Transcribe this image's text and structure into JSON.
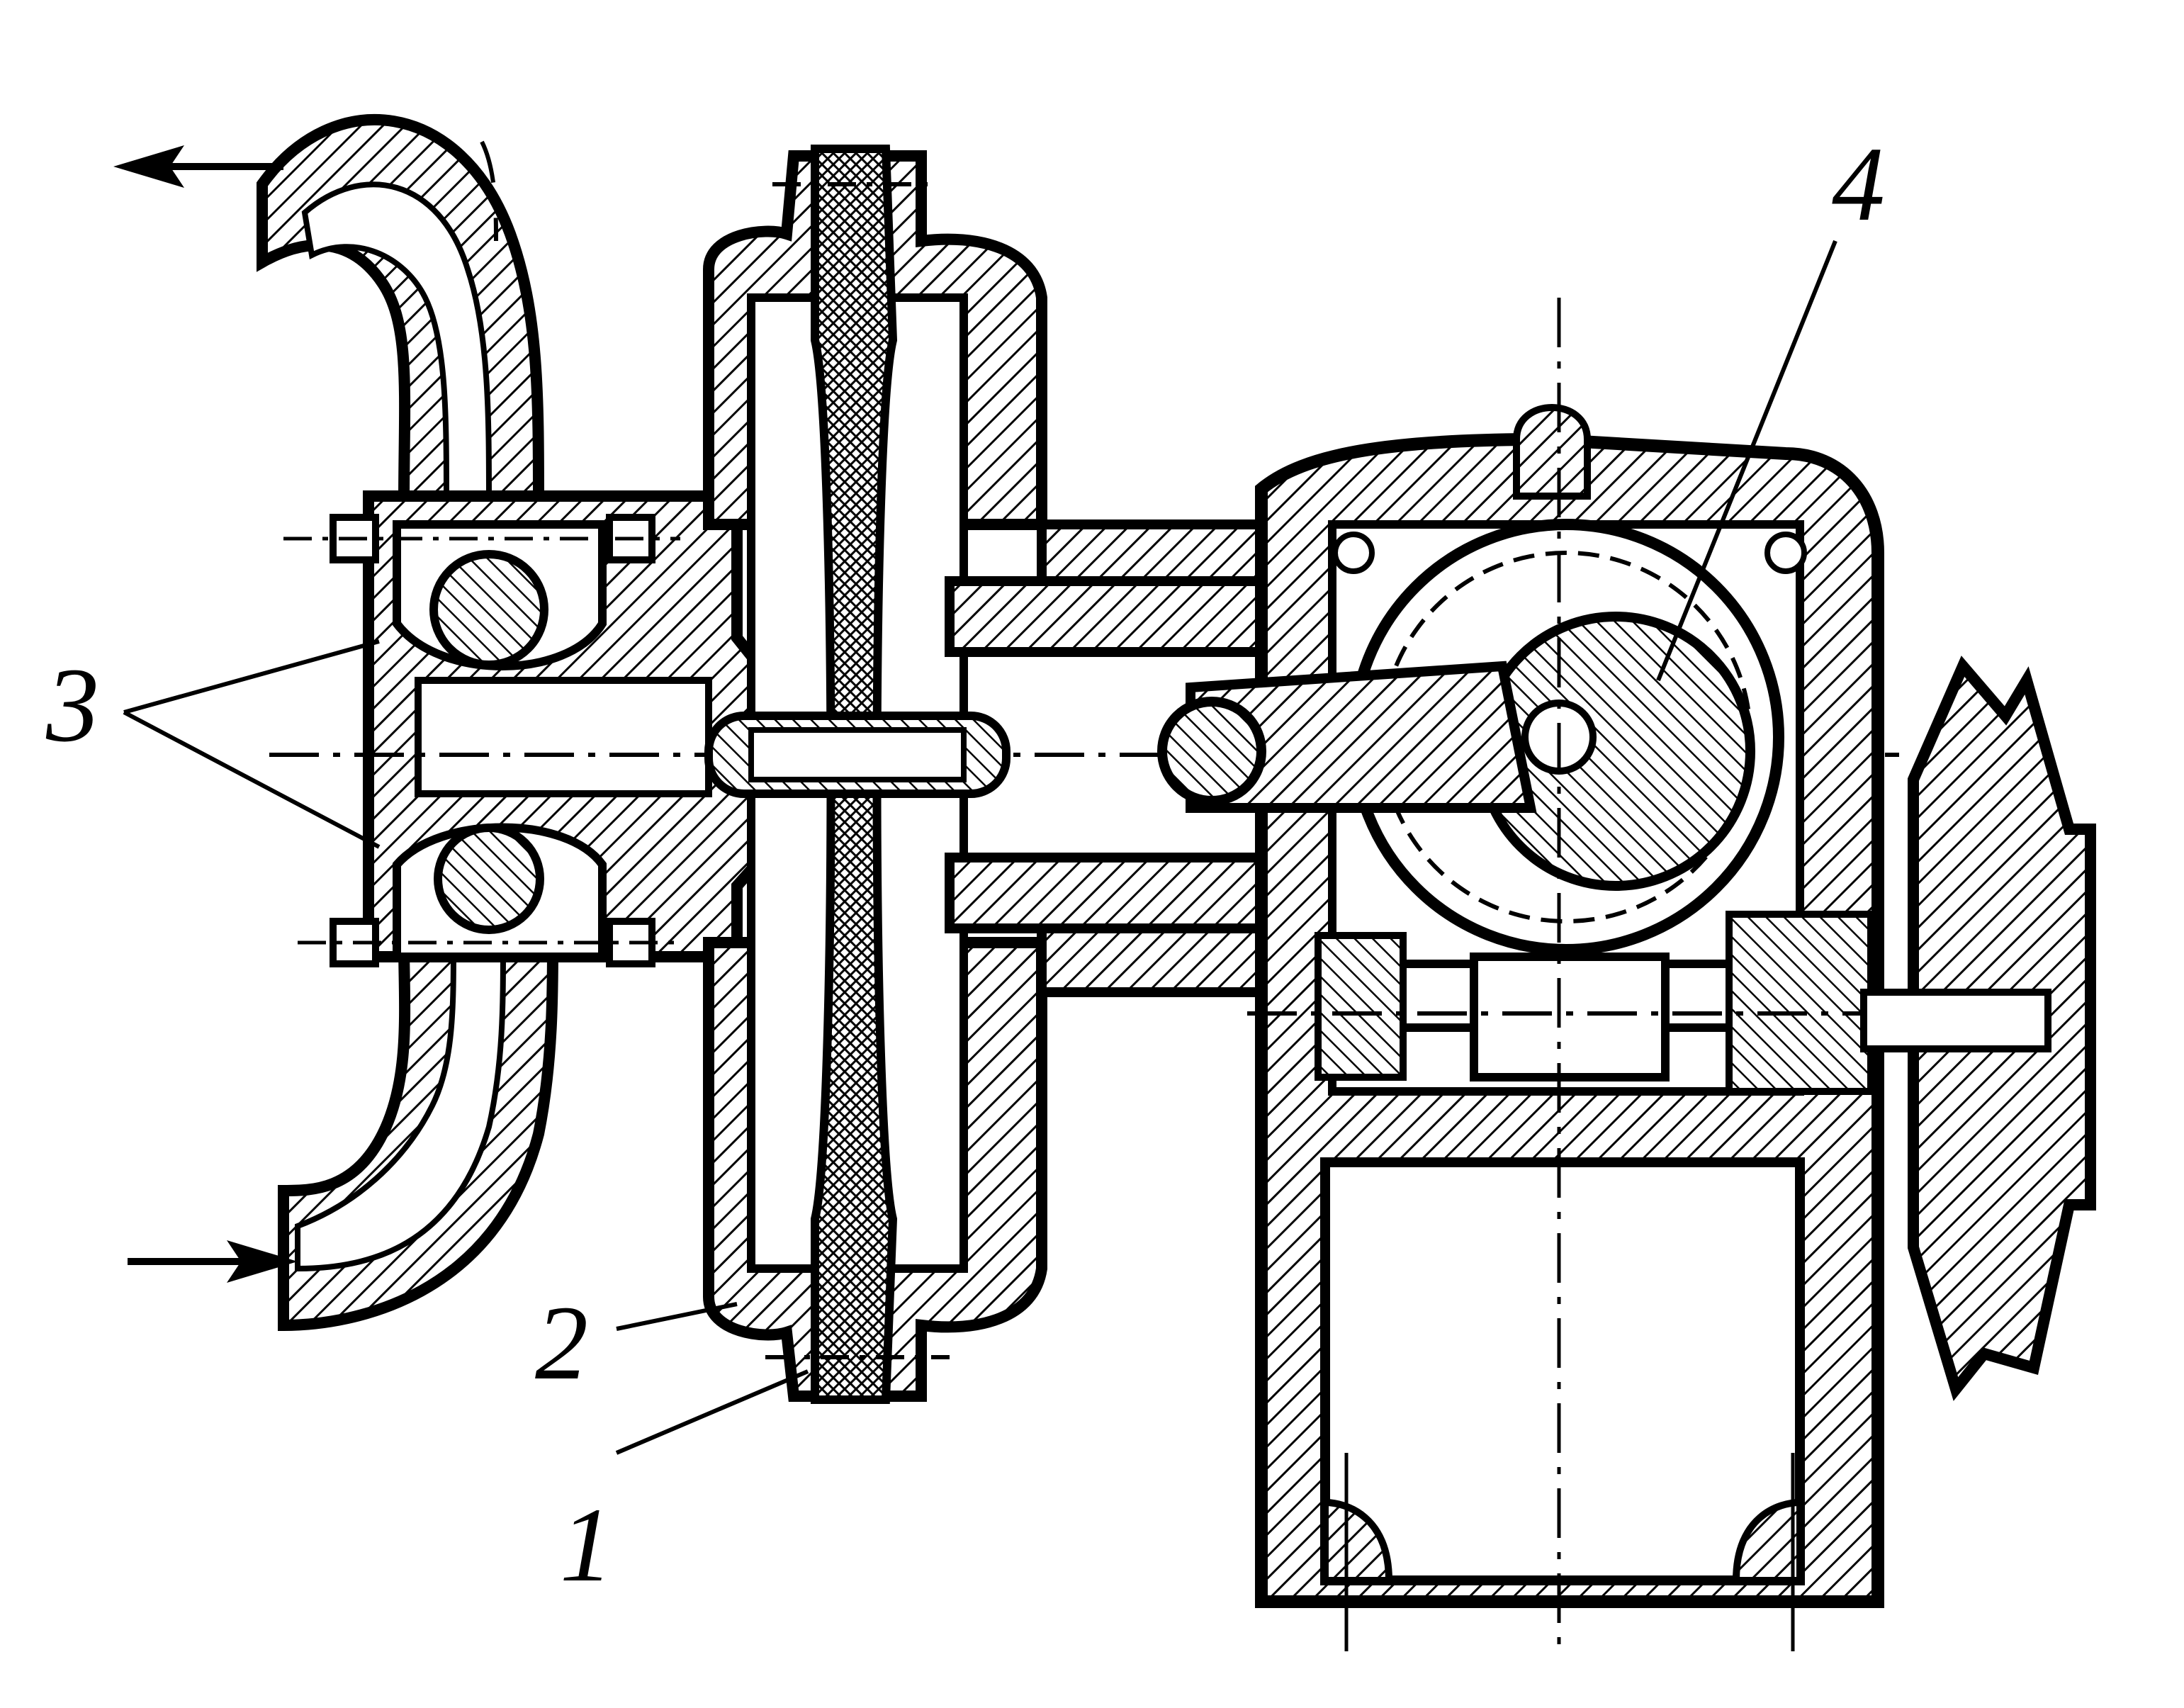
{
  "labels": {
    "part_1": "1",
    "part_2": "2",
    "part_3": "3",
    "part_4": "4"
  },
  "colors": {
    "ink": "#000000",
    "paper": "#ffffff"
  },
  "icons": [
    "arrow-outlet-icon",
    "arrow-inlet-icon"
  ]
}
